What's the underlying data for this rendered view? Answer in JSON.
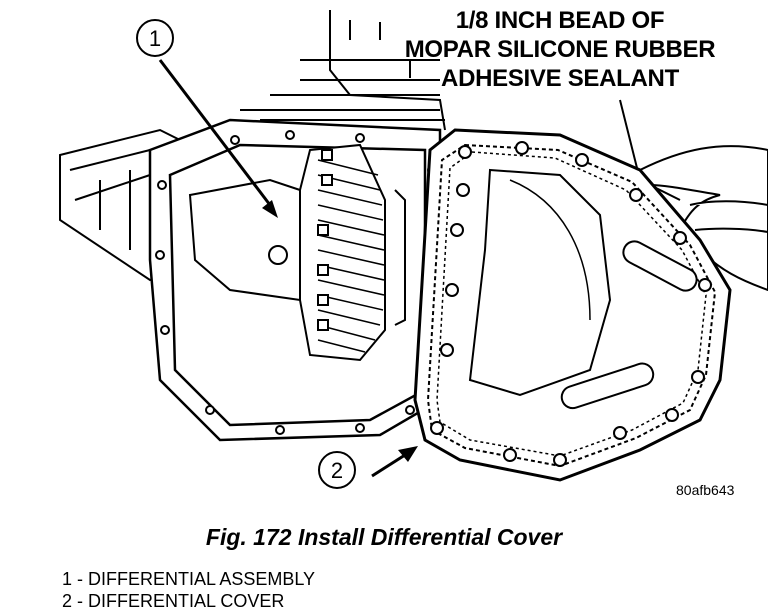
{
  "callouts": {
    "sealant_label": [
      "1/8 INCH BEAD OF",
      "MOPAR SILICONE RUBBER",
      "ADHESIVE SEALANT"
    ],
    "one": "1",
    "two": "2"
  },
  "reference_code": "80afb643",
  "caption": "Fig. 172 Install Differential Cover",
  "legend": [
    "1 - DIFFERENTIAL ASSEMBLY",
    "2 - DIFFERENTIAL COVER"
  ]
}
